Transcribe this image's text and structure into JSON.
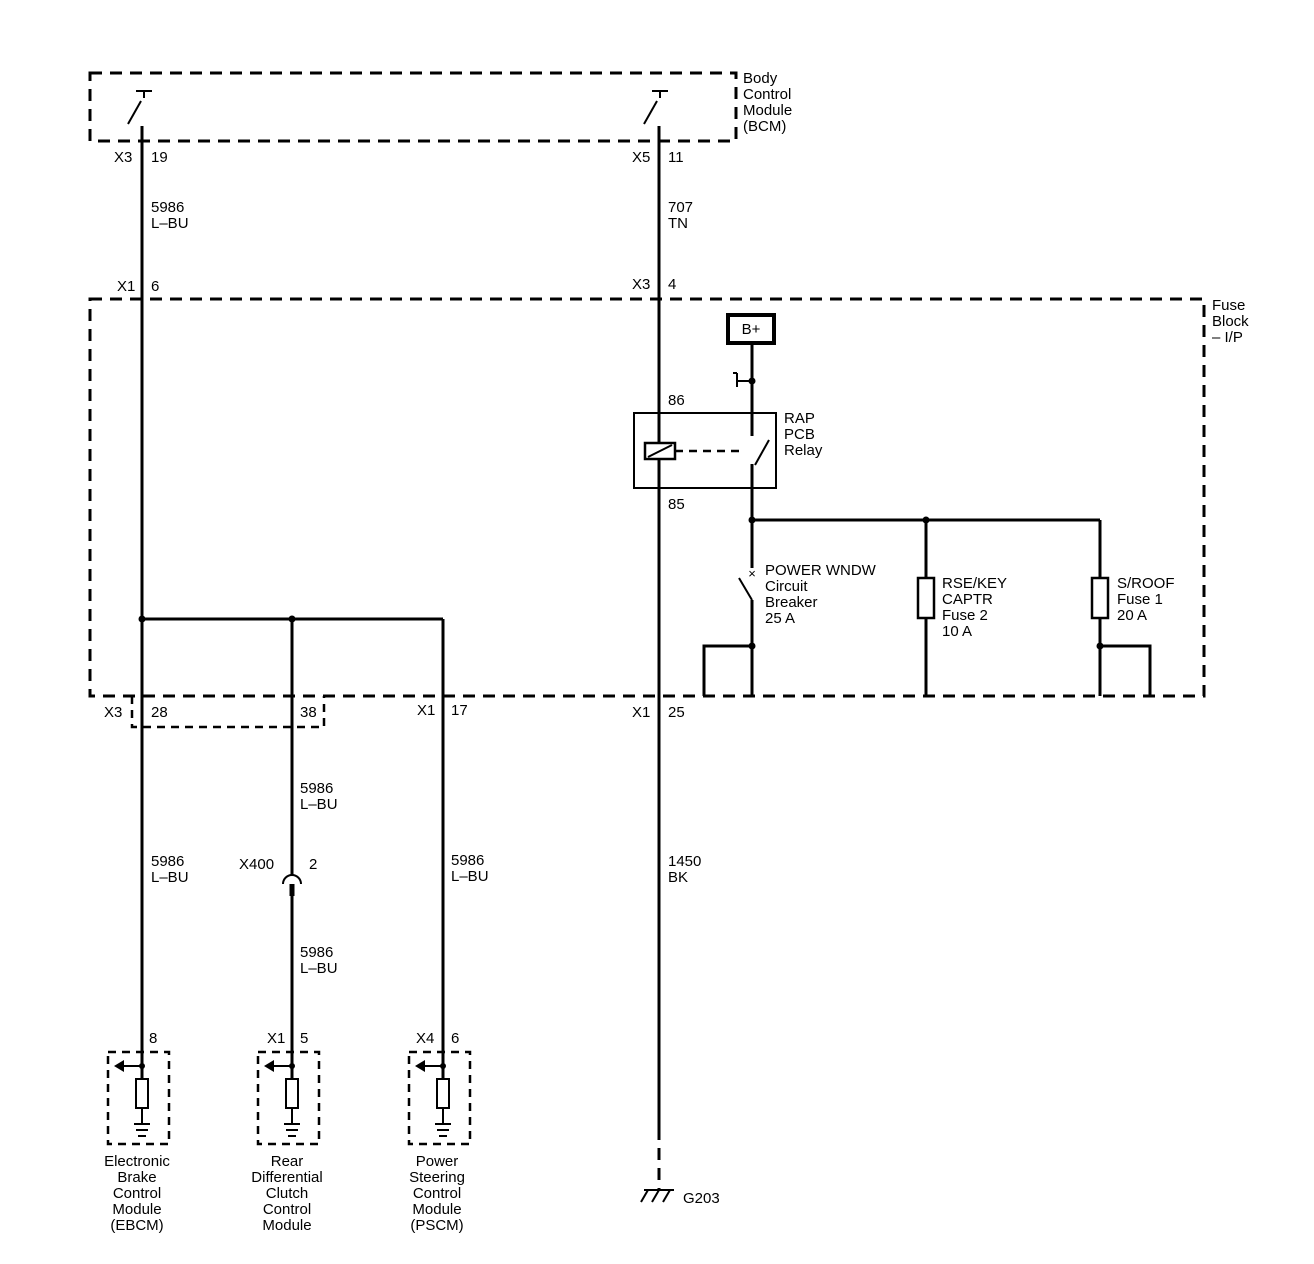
{
  "bcm": {
    "label_lines": [
      "Body",
      "Control",
      "Module",
      "(BCM)"
    ]
  },
  "fuse_block": {
    "label_lines": [
      "Fuse",
      "Block",
      "– I/P"
    ]
  },
  "bcm_connectors": {
    "left": {
      "conn": "X3",
      "pin": "19"
    },
    "right": {
      "conn": "X5",
      "pin": "11"
    }
  },
  "wires": {
    "w5986_top": {
      "circuit": "5986",
      "color": "L–BU"
    },
    "w707": {
      "circuit": "707",
      "color": "TN"
    },
    "w5986_ebcm": {
      "circuit": "5986",
      "color": "L–BU"
    },
    "w5986_rdcm_upper": {
      "circuit": "5986",
      "color": "L–BU"
    },
    "w5986_rdcm_lower": {
      "circuit": "5986",
      "color": "L–BU"
    },
    "w5986_pscm": {
      "circuit": "5986",
      "color": "L–BU"
    },
    "w1450": {
      "circuit": "1450",
      "color": "BK"
    }
  },
  "fuse_block_connectors": {
    "in_left": {
      "conn": "X1",
      "pin": "6"
    },
    "in_right": {
      "conn": "X3",
      "pin": "4"
    },
    "out_x3": {
      "conn": "X3",
      "pin1": "28",
      "pin2": "38"
    },
    "out_x1_17": {
      "conn": "X1",
      "pin": "17"
    },
    "out_x1_25": {
      "conn": "X1",
      "pin": "25"
    }
  },
  "power": {
    "label": "B+"
  },
  "relay": {
    "label_lines": [
      "RAP",
      "PCB",
      "Relay"
    ],
    "pin86": "86",
    "pin85": "85"
  },
  "breaker": {
    "label_lines": [
      "POWER WNDW",
      "Circuit",
      "Breaker",
      "25 A"
    ]
  },
  "fuse2": {
    "label_lines": [
      "RSE/KEY",
      "CAPTR",
      "Fuse 2",
      "10 A"
    ]
  },
  "fuse1": {
    "label_lines": [
      "S/ROOF",
      "Fuse 1",
      "20 A"
    ]
  },
  "inline_conn": {
    "conn": "X400",
    "pin": "2"
  },
  "modules": {
    "ebcm": {
      "conn": "",
      "pin": "8",
      "label_lines": [
        "Electronic",
        "Brake",
        "Control",
        "Module",
        "(EBCM)"
      ]
    },
    "rdcm": {
      "conn": "X1",
      "pin": "5",
      "label_lines": [
        "Rear",
        "Differential",
        "Clutch",
        "Control",
        "Module"
      ]
    },
    "pscm": {
      "conn": "X4",
      "pin": "6",
      "label_lines": [
        "Power",
        "Steering",
        "Control",
        "Module",
        "(PSCM)"
      ]
    }
  },
  "ground": {
    "label": "G203"
  }
}
